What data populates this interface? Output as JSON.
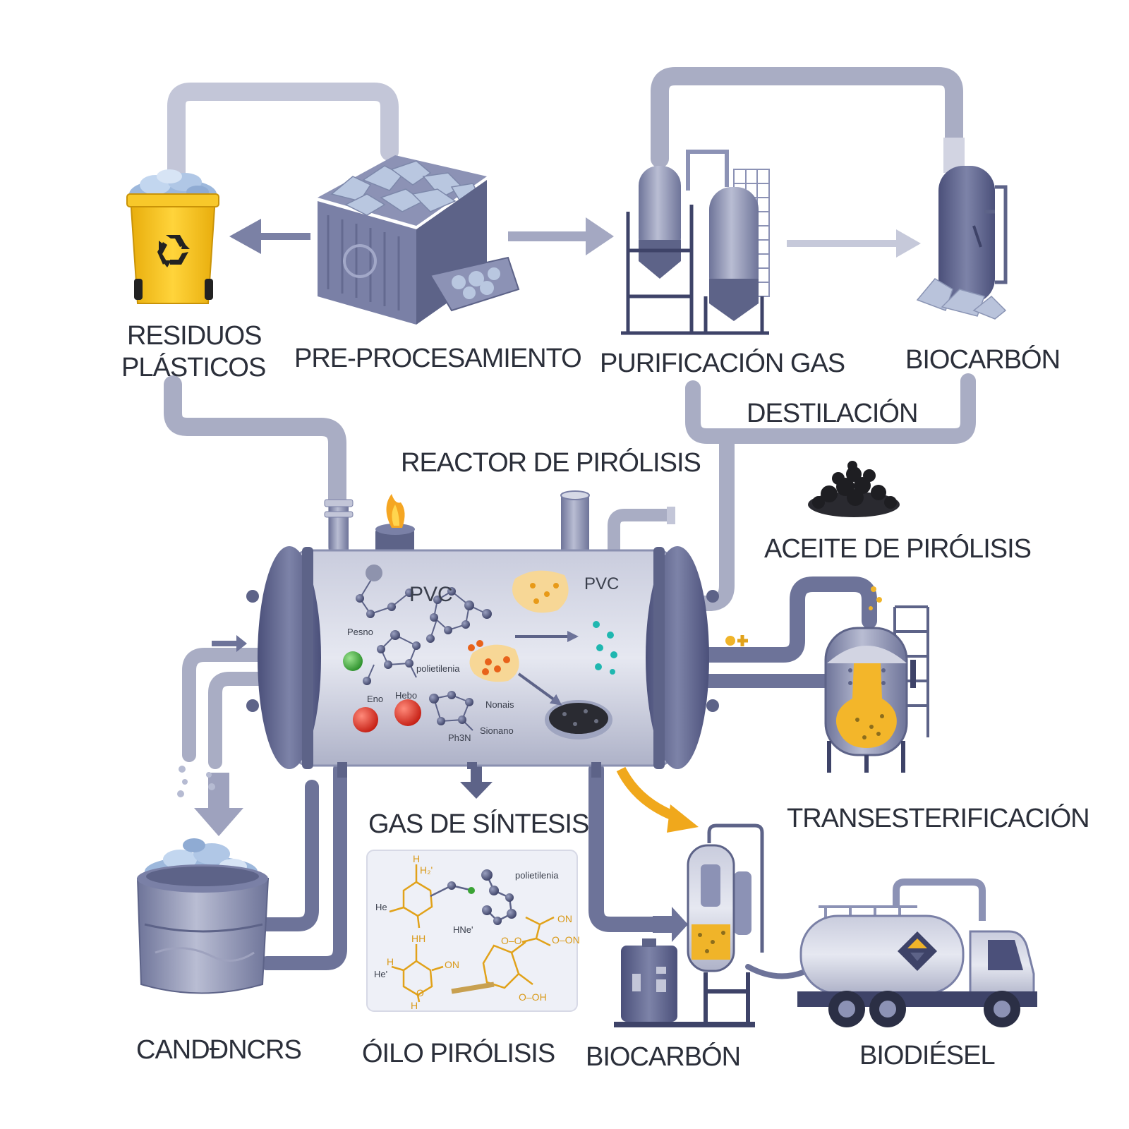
{
  "labels": {
    "residuos_line1": "RESIDUOS",
    "residuos_line2": "PLÁSTICOS",
    "pre_procesamiento": "PRE-PROCESAMIENTO",
    "purificacion_gas": "PURIFICACIÓN GAS",
    "biocarbon_top": "BIOCARBÓN",
    "destilacion": "DESTILACIÓN",
    "reactor": "REACTOR DE PIRÓLISIS",
    "aceite": "ACEITE DE PIRÓLISIS",
    "transesterificacion": "TRANSESTERIFICACIÓN",
    "gas_sintesis": "GAS DE SÍNTESIS",
    "candencrs": "CANDÐNCRS",
    "oilo_pirolisis": "ÓILO PIRÓLISIS",
    "biocarbon_bottom": "BIOCARBÓN",
    "biodiesel": "BIODIÉSEL"
  },
  "reactor_text": {
    "pvc_left": "PVC",
    "pvc_right": "PVC",
    "pesno": "Pesno",
    "polietileno": "polietilenia",
    "eno": "Eno",
    "hebo": "Hebo",
    "nonais": "Nonais",
    "sionano": "Sionano",
    "ph3n": "Ph3N"
  },
  "chem_panel": {
    "h_top": "H",
    "h2": "H₂'",
    "he_left": "He",
    "polietilenia": "polietilenia",
    "hno": "HNe'",
    "on1": "ON",
    "on2": "O–ON",
    "hh": "HH",
    "h_mid": "H",
    "on3": "ON",
    "he_bottom": "He'",
    "h_bottom": "H",
    "o_bottom": "O",
    "oh_bottom": "O–OH",
    "o_o": "O–O"
  },
  "colors": {
    "steel": "#8a90b0",
    "steel_dark": "#5d6388",
    "pipe": "#a9adc4",
    "yellow": "#f5c21b",
    "oil": "#f0b429",
    "red": "#d62b1f",
    "green": "#3aa335",
    "teal": "#1fb7b0",
    "text": "#2b2f3a"
  }
}
